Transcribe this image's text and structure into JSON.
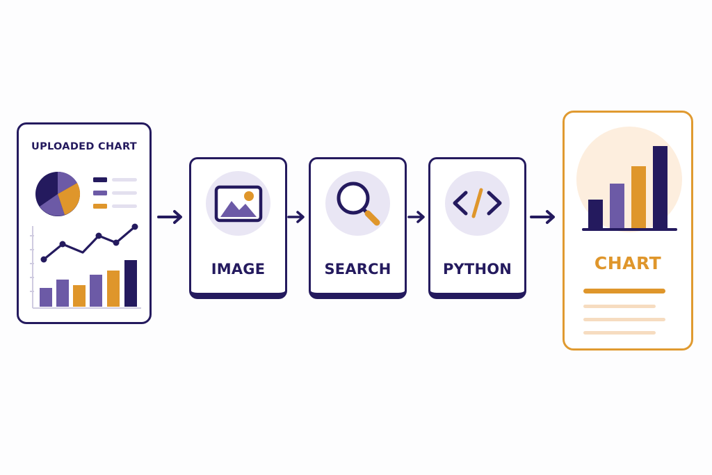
{
  "steps": {
    "input_label": "UPLOADED CHART",
    "image_label": "IMAGE",
    "search_label": "SEARCH",
    "python_label": "PYTHON",
    "output_label": "CHART"
  },
  "icons": {
    "input_art": "chart-collage-icon",
    "image": "image-icon",
    "search": "magnifier-icon",
    "python": "code-brackets-icon",
    "output": "bar-chart-icon",
    "connector": "arrow-right-icon"
  },
  "colors": {
    "navy": "#241a5e",
    "purple": "#6c5aa6",
    "orange": "#df962b",
    "soft_lavender": "#e9e6f4",
    "soft_peach": "#fdeede"
  }
}
